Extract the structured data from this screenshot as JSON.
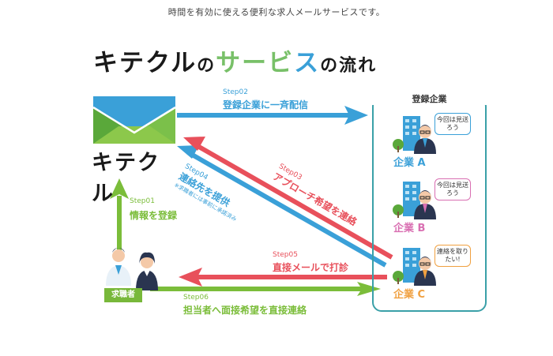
{
  "header": {
    "tagline": "時間を有効に使える便利な求人メールサービスです。"
  },
  "title": {
    "brand": "キテクル",
    "no1": "の",
    "service_a": "サービ",
    "service_b": "ス",
    "flow": "の流れ"
  },
  "logo": {
    "text": "キテクル"
  },
  "steps": {
    "step01": {
      "num": "Step01",
      "label": "情報を登録"
    },
    "step02": {
      "num": "Step02",
      "label": "登録企業に一斉配信"
    },
    "step03": {
      "num": "Step03",
      "label": "アプローチ希望を連絡"
    },
    "step04": {
      "num": "Step04",
      "label": "連絡先を提供",
      "note": "※求職者には事前に承諾済み"
    },
    "step05": {
      "num": "Step05",
      "label": "直接メールで打診"
    },
    "step06": {
      "num": "Step06",
      "label": "担当者へ面接希望を直接連絡"
    }
  },
  "companies": {
    "panel_title": "登録企業",
    "items": [
      {
        "prefix": "企業",
        "letter": "A",
        "bubble": "今回は見送ろう",
        "bubble_color": "#3aa0d8",
        "tie_color": "#3aa0d8"
      },
      {
        "prefix": "企業",
        "letter": "B",
        "bubble": "今回は見送ろう",
        "bubble_color": "#d96fb2",
        "tie_color": "#d96fb2"
      },
      {
        "prefix": "企業",
        "letter": "C",
        "bubble": "連絡を取りたい!",
        "bubble_color": "#f0a040",
        "tie_color": "#f0a040"
      }
    ]
  },
  "seeker": {
    "label": "求職者"
  },
  "colors": {
    "blue": "#3aa0d8",
    "green": "#7bbd3a",
    "red": "#e8505b",
    "teal_border": "#3aa0a8"
  }
}
